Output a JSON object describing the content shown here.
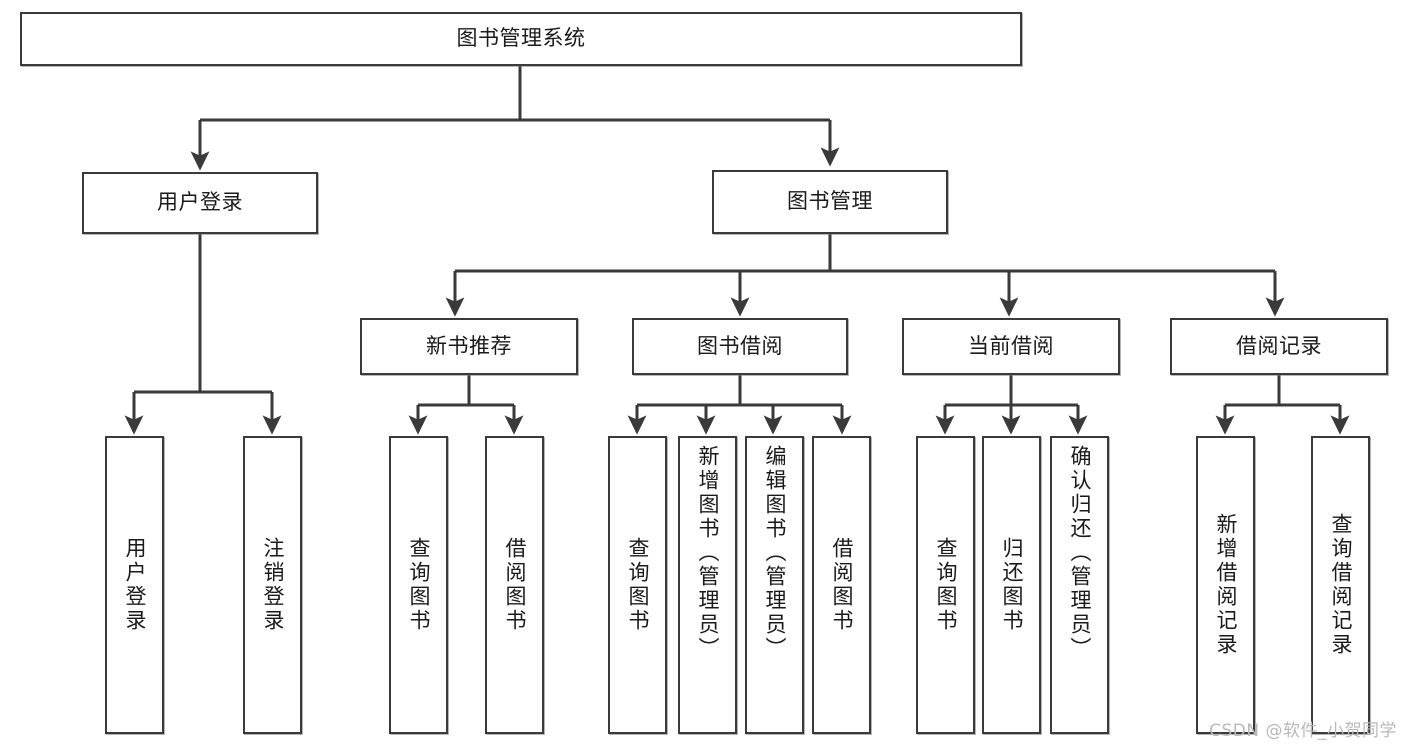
{
  "diagram": {
    "title": "图书管理系统",
    "type": "tree-structure-chart",
    "root": {
      "label": "图书管理系统"
    },
    "level1": [
      {
        "label": "用户登录"
      },
      {
        "label": "图书管理"
      }
    ],
    "level2": [
      {
        "label": "新书推荐"
      },
      {
        "label": "图书借阅"
      },
      {
        "label": "当前借阅"
      },
      {
        "label": "借阅记录"
      }
    ],
    "leaves": {
      "user_login": [
        {
          "label": "用户登录"
        },
        {
          "label": "注销登录"
        }
      ],
      "new_book_recommend": [
        {
          "label": "查询图书"
        },
        {
          "label": "借阅图书"
        }
      ],
      "book_borrow": [
        {
          "label": "查询图书"
        },
        {
          "label": "新增图书（管理员）"
        },
        {
          "label": "编辑图书（管理员）"
        },
        {
          "label": "借阅图书"
        }
      ],
      "current_borrow": [
        {
          "label": "查询图书"
        },
        {
          "label": "归还图书"
        },
        {
          "label": "确认归还（管理员）"
        }
      ],
      "borrow_record": [
        {
          "label": "新增借阅记录"
        },
        {
          "label": "查询借阅记录"
        }
      ]
    }
  },
  "watermark": {
    "text": "CSDN @软件_小贺同学"
  },
  "colors": {
    "border": "#3a3a3a",
    "background": "#ffffff",
    "text": "#1a1a1a",
    "watermark": "#b9b9b9"
  }
}
